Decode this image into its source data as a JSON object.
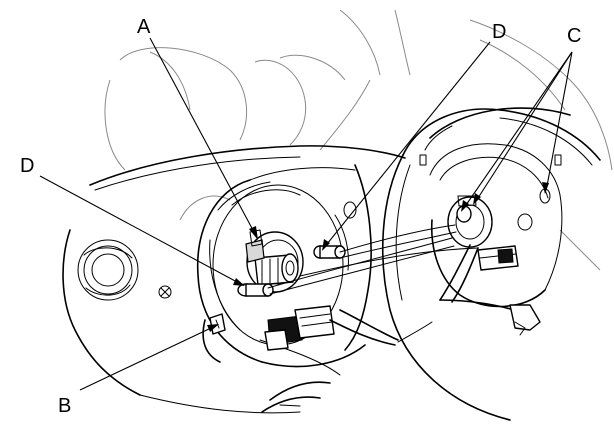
{
  "callouts": {
    "a": "A",
    "b": "B",
    "c": "C",
    "d_left": "D",
    "d_right": "D"
  }
}
